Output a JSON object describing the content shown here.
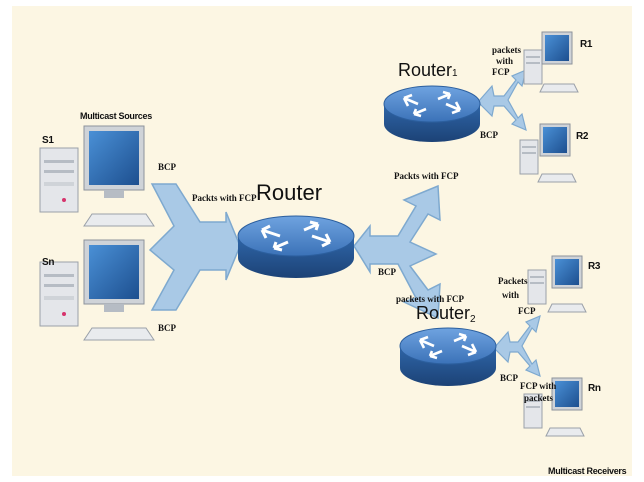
{
  "nodes": {
    "core_router": "Router",
    "router1": {
      "name": "Router",
      "subscript": "1"
    },
    "router2": {
      "name": "Router",
      "subscript": "2"
    },
    "s1": "S1",
    "sn": "Sn",
    "r1": "R1",
    "r2": "R2",
    "r3": "R3",
    "rn": "Rn"
  },
  "group_labels": {
    "sources": "Multicast Sources",
    "receivers": "Multicast Receivers"
  },
  "edge_labels": {
    "bcp_top_left": "BCP",
    "bcp_bottom_left": "BCP",
    "packets_fcp_center": "Packts with FCP",
    "packets_fcp_right": "Packts with FCP",
    "bcp_router1": "BCP",
    "bcp_core_right": "BCP",
    "packets_fcp_r2": "packets with FCP",
    "packets_fcp_r1_line1": "packets",
    "packets_fcp_r1_line2": "with",
    "packets_fcp_r1_line3": "FCP",
    "packets_r3_line1": "Packets",
    "packets_r3_line2": "with",
    "packets_r3_line3": "FCP",
    "bcp_router2": "BCP",
    "fcp_packets_rn_line1": "FCP with",
    "fcp_packets_rn_line2": "packets"
  },
  "colors": {
    "background": "#fcf6e3",
    "arrow_fill": "#a9c9e6",
    "arrow_stroke": "#7ea9cf",
    "router_top": "#4e86cc",
    "router_side": "#2c5f9e",
    "monitor_screen": "#2e6fb4",
    "pc_body": "#e4e6ea"
  }
}
